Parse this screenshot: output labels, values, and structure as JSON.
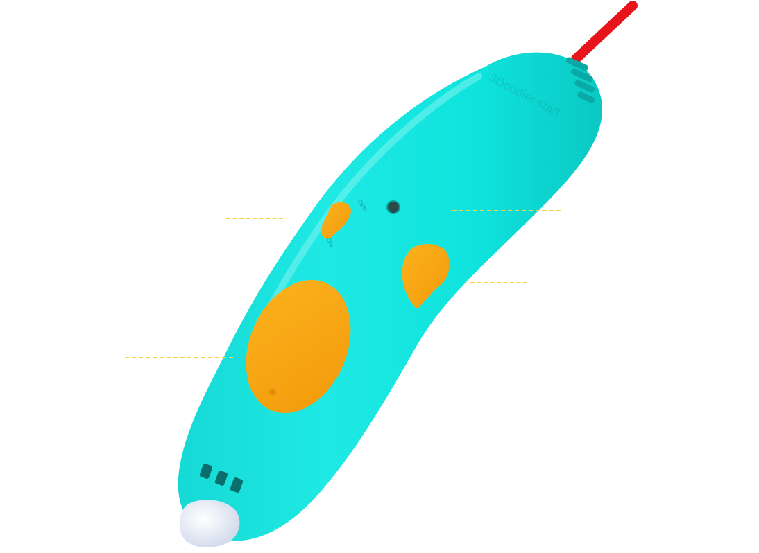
{
  "pen": {
    "brand_text": "3Doodler start",
    "switch_off_label": "OFF",
    "switch_on_label": "ON",
    "colors": {
      "body": "#11e6e0",
      "body_shade": "#0cc9c6",
      "body_highlight": "#8af6f2",
      "buttons": "#f7a411",
      "nozzle": "#e8eef8",
      "filament": "#e8141b"
    }
  },
  "callouts": {
    "color": "#f2d34a",
    "count": 4
  }
}
